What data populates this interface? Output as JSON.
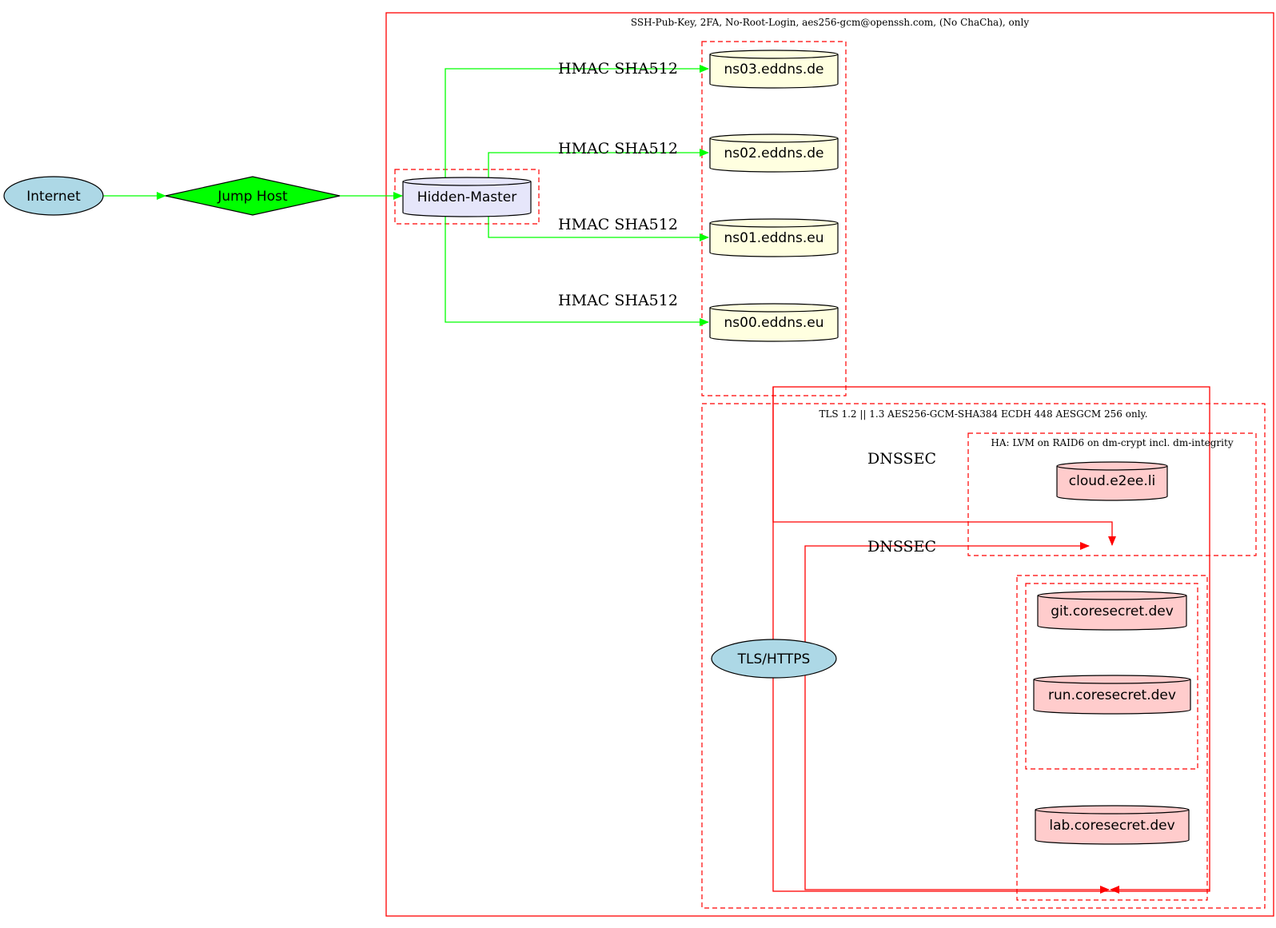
{
  "clusters": {
    "outer_title": "SSH-Pub-Key, 2FA, No-Root-Login, aes256-gcm@openssh.com, (No ChaCha), only",
    "tls_title": "TLS 1.2 || 1.3 AES256-GCM-SHA384 ECDH 448 AESGCM 256 only.",
    "ha_title": "HA: LVM on RAID6 on dm-crypt incl. dm-integrity"
  },
  "nodes": {
    "internet": "Internet",
    "jump_host": "Jump Host",
    "hidden_master": "Hidden-Master",
    "ns03": "ns03.eddns.de",
    "ns02": "ns02.eddns.de",
    "ns01": "ns01.eddns.eu",
    "ns00": "ns00.eddns.eu",
    "tls_https": "TLS/HTTPS",
    "cloud": "cloud.e2ee.li",
    "git": "git.coresecret.dev",
    "run": "run.coresecret.dev",
    "lab": "lab.coresecret.dev"
  },
  "edges": {
    "hmac_1": "HMAC SHA512",
    "hmac_2": "HMAC SHA512",
    "hmac_3": "HMAC SHA512",
    "hmac_4": "HMAC SHA512",
    "dnssec_1": "DNSSEC",
    "dnssec_2": "DNSSEC"
  },
  "colors": {
    "cluster_border": "#ff0000",
    "edge_green": "#00ff00",
    "edge_red": "#ff0000",
    "internet_fill": "#add8e6",
    "jump_fill": "#00ff00",
    "master_fill": "#e6e6fa",
    "ns_fill": "#ffffe0",
    "service_fill": "#ffcccc",
    "tls_fill": "#add8e6"
  }
}
